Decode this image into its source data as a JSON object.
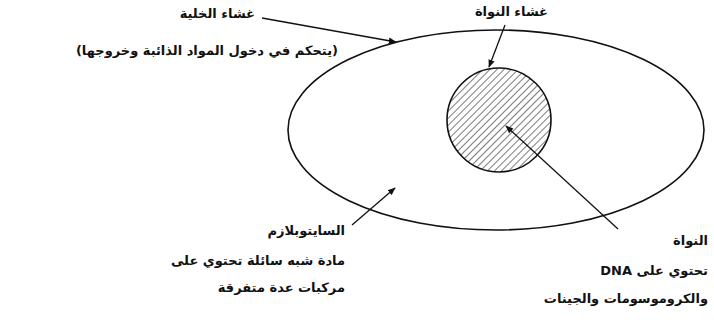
{
  "diagram": {
    "labels": [
      "غشاء الخلية",
      "(يتحكم في دخول المواد الذائبة وخروجها)",
      "غشاء النواة",
      "السايتوبلازم",
      "مادة شبه سائلة تحتوي على مركبات عدة متفرقة",
      "النواة",
      "تحتوي على DNA والكروموسومات والجينات"
    ]
  }
}
